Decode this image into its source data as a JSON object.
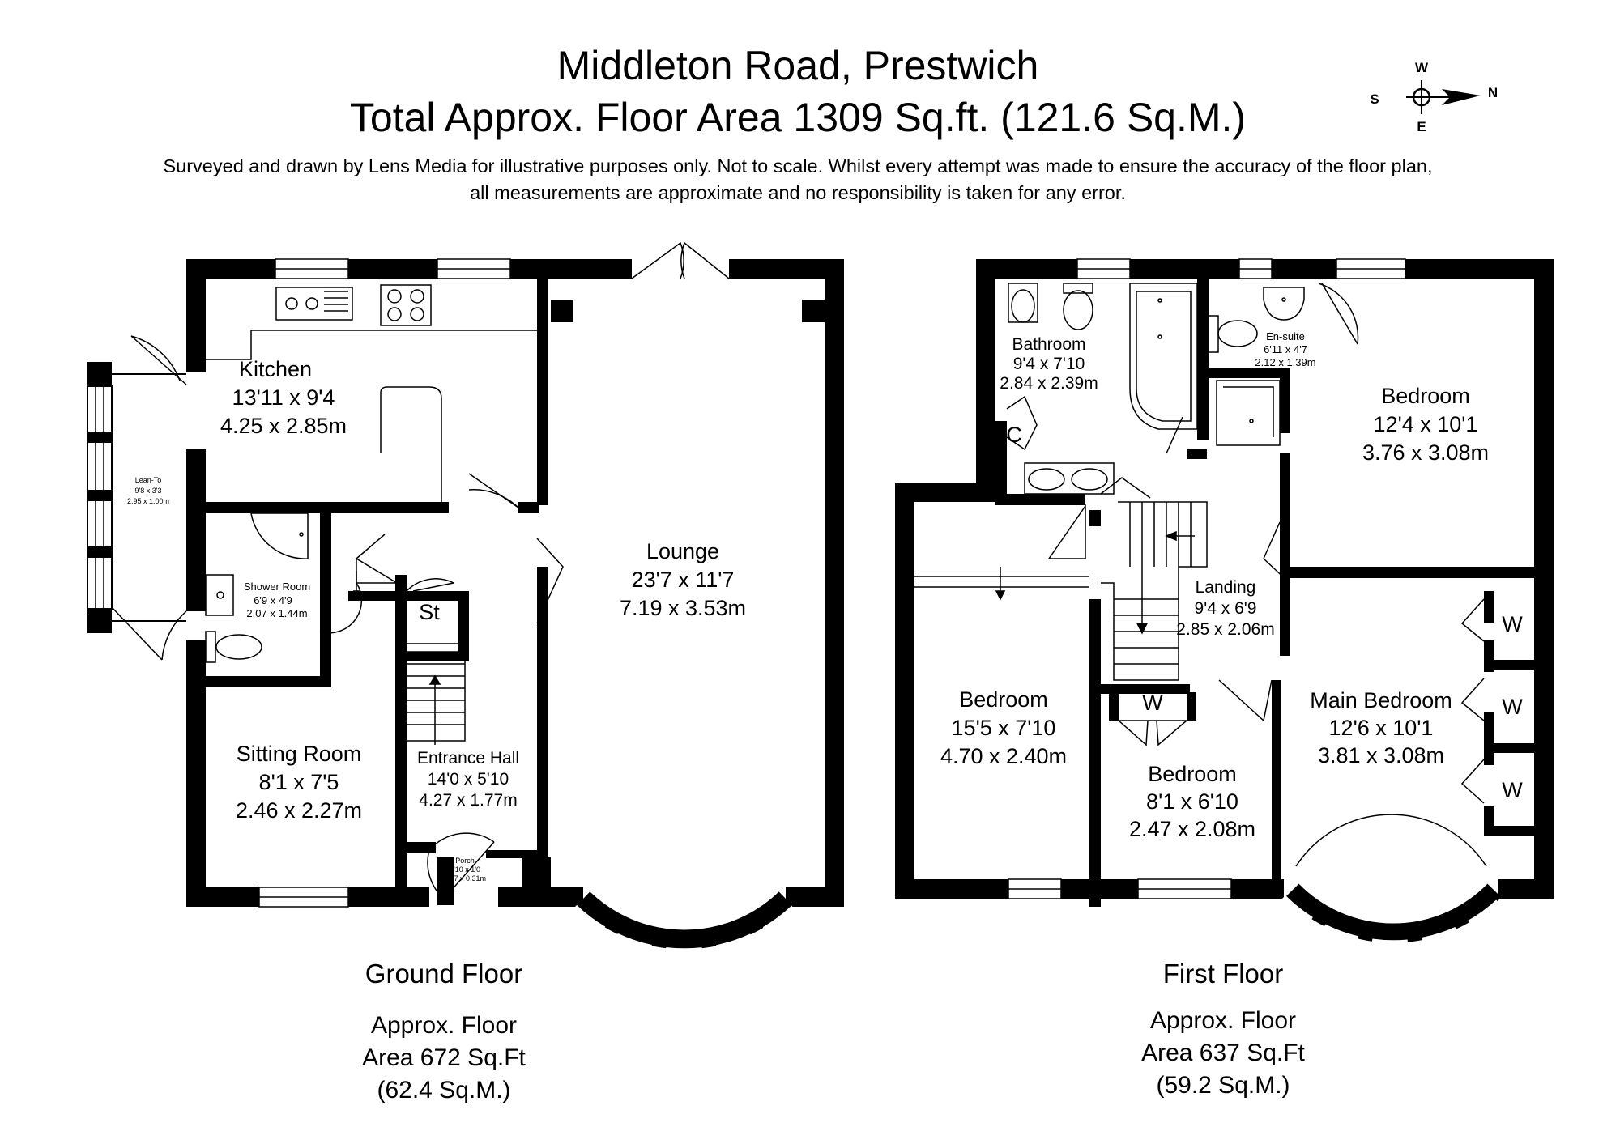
{
  "header": {
    "title_line1": "Middleton Road, Prestwich",
    "title_line2": "Total Approx. Floor Area 1309 Sq.ft. (121.6 Sq.M.)",
    "disclaimer_line1": "Surveyed and drawn by Lens Media for illustrative purposes only. Not to scale. Whilst every attempt was made to ensure the accuracy of the floor plan,",
    "disclaimer_line2": "all measurements are approximate and no responsibility is taken for any error."
  },
  "compass": {
    "w": "W",
    "s": "S",
    "e": "E",
    "n": "N"
  },
  "ground_floor": {
    "name": "Ground Floor",
    "area_line1": "Approx. Floor",
    "area_line2": "Area 672 Sq.Ft",
    "area_line3": "(62.4 Sq.M.)",
    "rooms": {
      "kitchen": {
        "name": "Kitchen",
        "imperial": "13'11 x 9'4",
        "metric": "4.25 x 2.85m"
      },
      "lean_to": {
        "name": "Lean-To",
        "imperial": "9'8 x 3'3",
        "metric": "2.95 x 1.00m"
      },
      "shower_room": {
        "name": "Shower Room",
        "imperial": "6'9 x 4'9",
        "metric": "2.07 x 1.44m"
      },
      "store": {
        "name": "St"
      },
      "sitting_room": {
        "name": "Sitting Room",
        "imperial": "8'1 x 7'5",
        "metric": "2.46 x 2.27m"
      },
      "entrance_hall": {
        "name": "Entrance Hall",
        "imperial": "14'0 x 5'10",
        "metric": "4.27 x 1.77m"
      },
      "porch": {
        "name": "Porch",
        "imperial": "5'10 x 1'0",
        "metric": "1.77 x 0.31m"
      },
      "lounge": {
        "name": "Lounge",
        "imperial": "23'7 x 11'7",
        "metric": "7.19 x 3.53m"
      }
    }
  },
  "first_floor": {
    "name": "First Floor",
    "area_line1": "Approx. Floor",
    "area_line2": "Area 637 Sq.Ft",
    "area_line3": "(59.2 Sq.M.)",
    "rooms": {
      "bathroom": {
        "name": "Bathroom",
        "imperial": "9'4 x 7'10",
        "metric": "2.84 x 2.39m"
      },
      "cupboard": {
        "name": "C"
      },
      "en_suite": {
        "name": "En-suite",
        "imperial": "6'11 x 4'7",
        "metric": "2.12 x 1.39m"
      },
      "bedroom_rear": {
        "name": "Bedroom",
        "imperial": "12'4 x 10'1",
        "metric": "3.76 x 3.08m"
      },
      "landing": {
        "name": "Landing",
        "imperial": "9'4 x 6'9",
        "metric": "2.85 x 2.06m"
      },
      "bedroom_large": {
        "name": "Bedroom",
        "imperial": "15'5 x 7'10",
        "metric": "4.70 x 2.40m"
      },
      "bedroom_small": {
        "name": "Bedroom",
        "imperial": "8'1 x 6'10",
        "metric": "2.47 x 2.08m"
      },
      "main_bedroom": {
        "name": "Main Bedroom",
        "imperial": "12'6 x 10'1",
        "metric": "3.81 x 3.08m"
      },
      "wardrobe": {
        "name": "W"
      }
    }
  }
}
